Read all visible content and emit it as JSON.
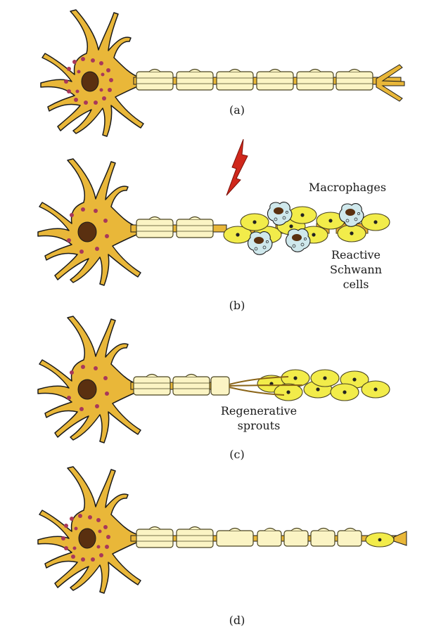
{
  "panels": [
    {
      "label": "(a)"
    },
    {
      "label": "(b)"
    },
    {
      "label": "(c)"
    },
    {
      "label": "(d)"
    }
  ],
  "annotations": {
    "macrophages": "Macrophages",
    "reactive_schwann_line1": "Reactive",
    "reactive_schwann_line2": "Schwann",
    "reactive_schwann_line3": "cells",
    "regenerative_line1": "Regenerative",
    "regenerative_line2": "sprouts"
  },
  "colors": {
    "soma": "#e9b739",
    "soma_outline": "#1a1a1a",
    "nucleus": "#5a3010",
    "nissl": "#a8385a",
    "myelin": "#fbf4c4",
    "myelin_outline": "#4a4420",
    "reactive_schwann": "#f2ec4a",
    "macrophage": "#cfe8ec",
    "lightning": "#d0281c"
  }
}
